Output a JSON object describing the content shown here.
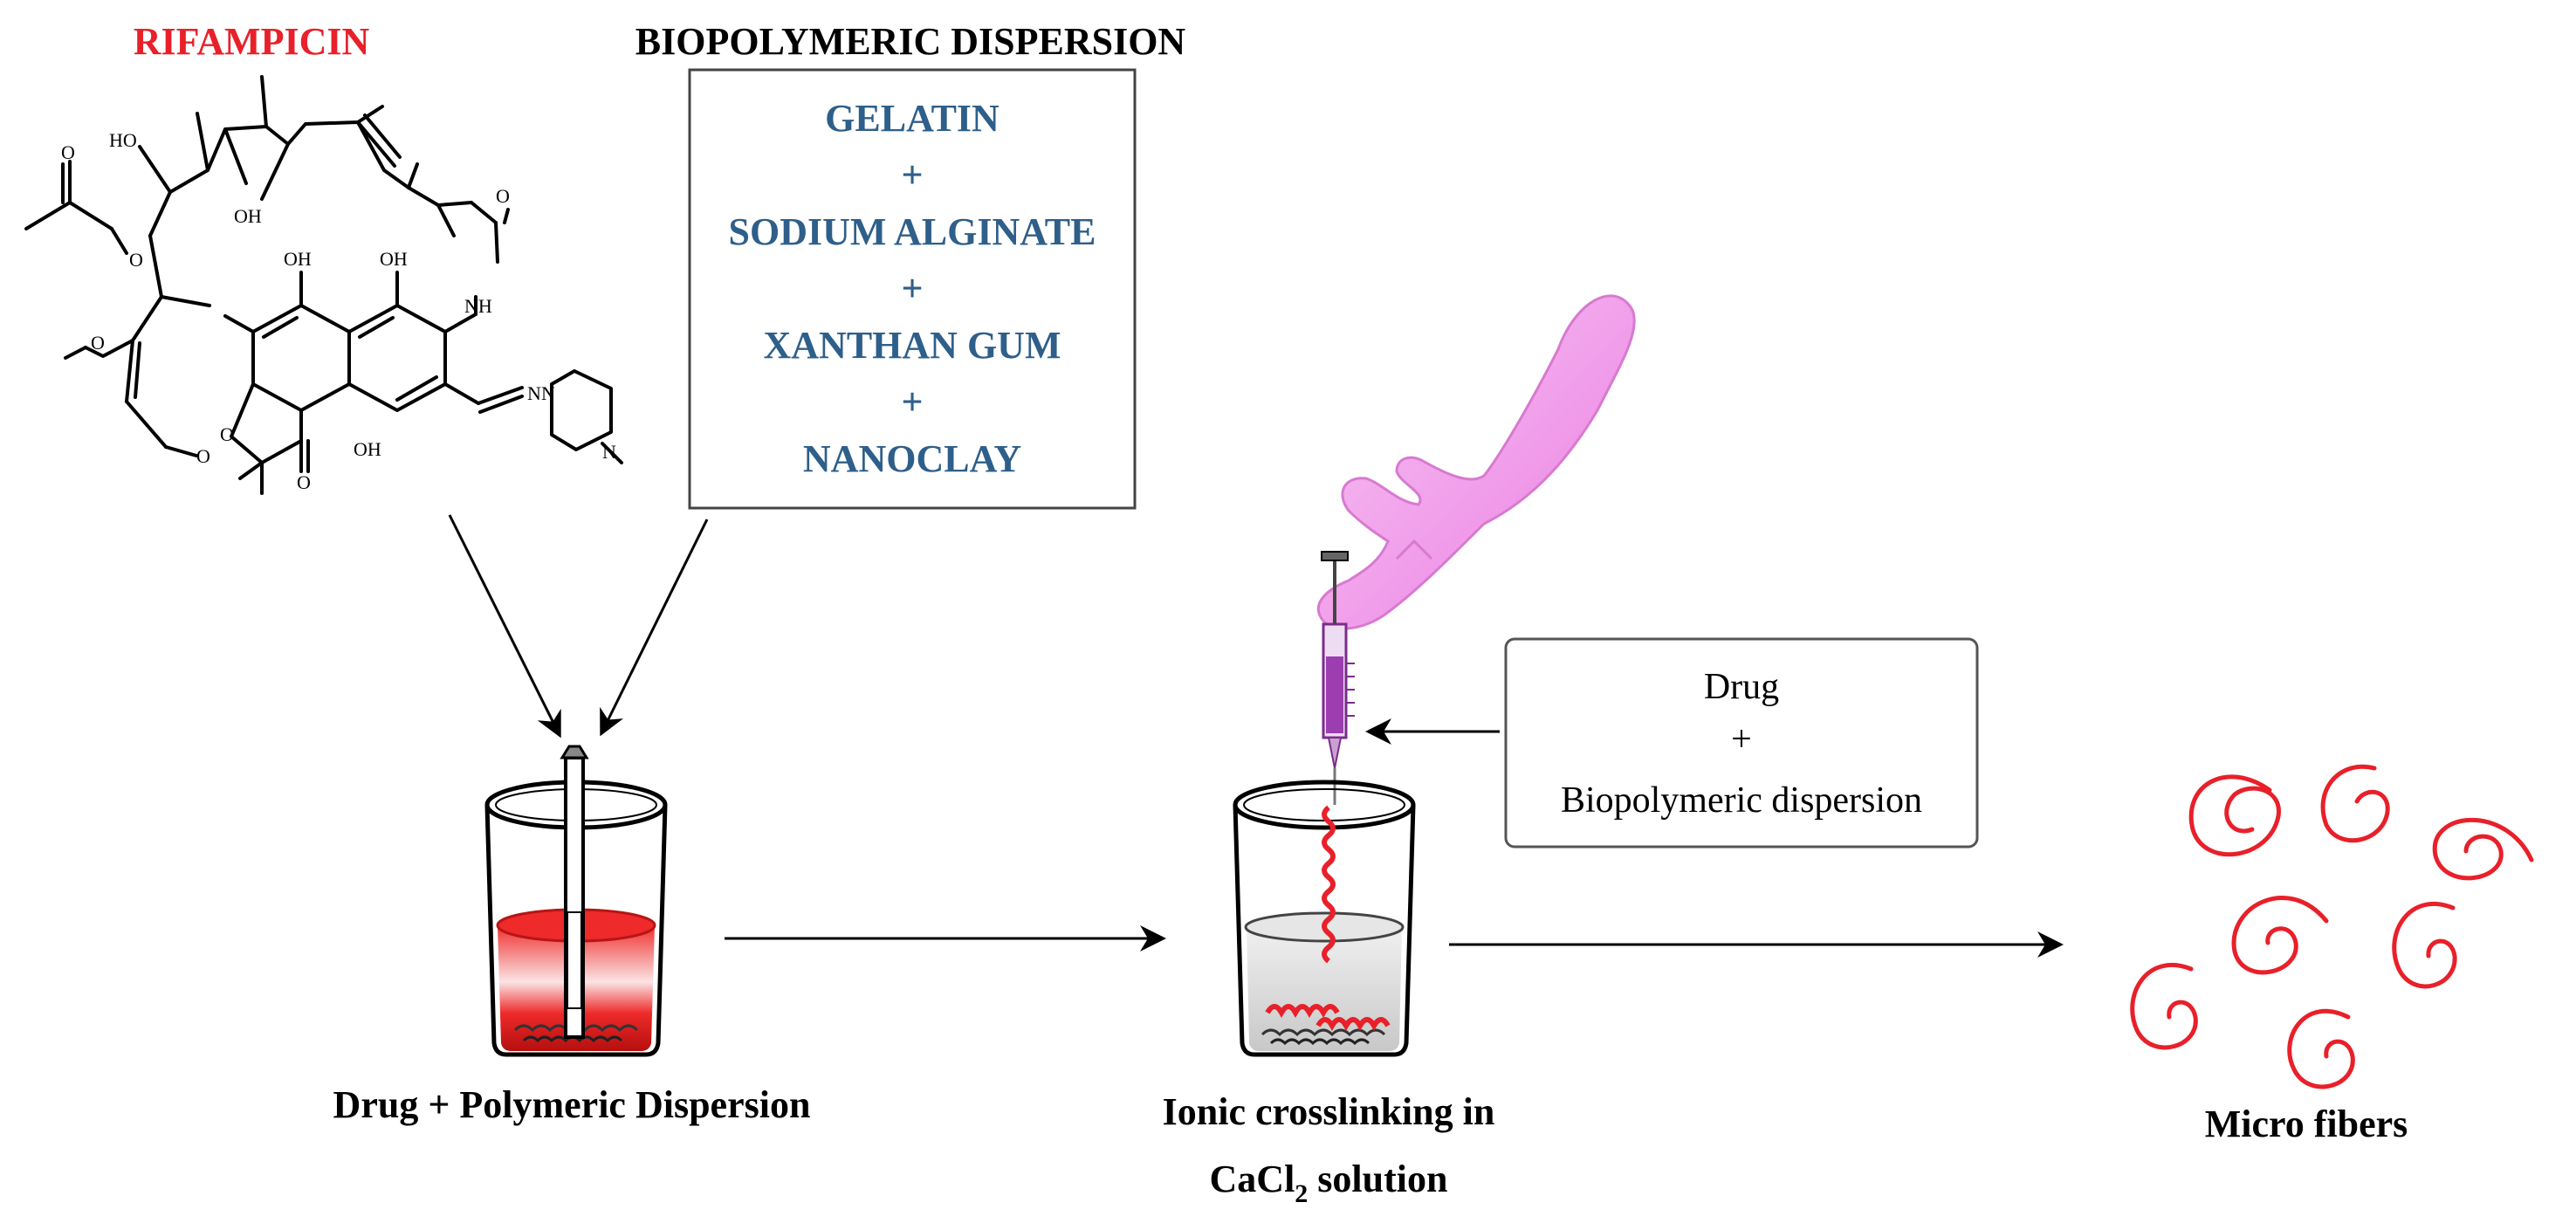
{
  "drug": {
    "name": "RIFAMPICIN",
    "name_color": "#e8202a",
    "structure_labels": {
      "ho_top": "HO",
      "oh_mid": "OH",
      "oh_1": "OH",
      "oh_2": "OH",
      "oh_3": "OH",
      "nh": "NH",
      "n_imine": "N",
      "n_pip1": "N",
      "n_pip2": "N",
      "o_acetyl": "O",
      "o_carbonyl": "O",
      "o_methoxy": "O",
      "o_ring": "O",
      "o_furan": "O",
      "o_ketone": "O",
      "o_amide": "O"
    }
  },
  "dispersion": {
    "title": "BIOPOLYMERIC DISPERSION",
    "text_color": "#2e5f8a",
    "components": [
      "GELATIN",
      "+",
      "SODIUM ALGINATE",
      "+",
      "XANTHAN GUM",
      "+",
      "NANOCLAY"
    ]
  },
  "injection_box": {
    "line1": "Drug",
    "line2": "+",
    "line3": "Biopolymeric dispersion"
  },
  "steps": {
    "step1": "Drug + Polymeric Dispersion",
    "step2_line1": "Ionic crosslinking in",
    "step2_line2_main": "CaCl",
    "step2_line2_sub": "2",
    "step2_line2_end": " solution",
    "step3": "Micro fibers"
  },
  "colors": {
    "fiber_red": "#e8202a",
    "glove_pink": "#f2a6ee",
    "syringe_purple": "#9b3fb0"
  }
}
